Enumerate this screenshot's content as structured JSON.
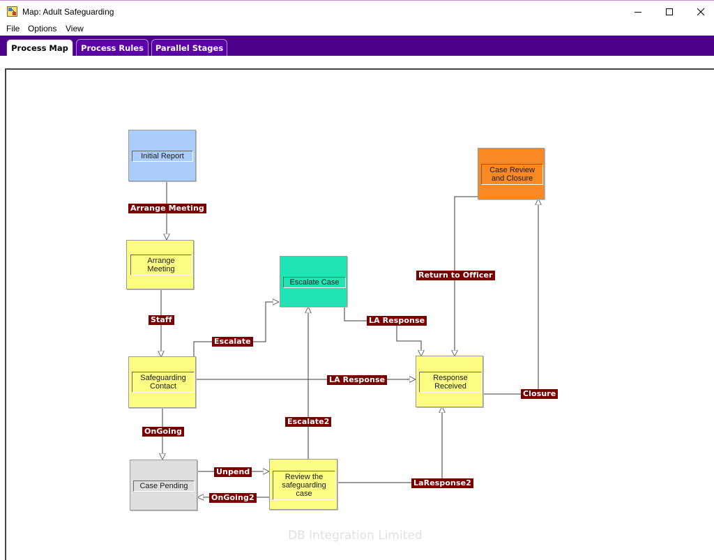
{
  "window": {
    "title": "Map: Adult Safeguarding"
  },
  "menu": {
    "items": [
      "File",
      "Options",
      "View"
    ]
  },
  "tabs": [
    {
      "label": "Process Map",
      "active": true
    },
    {
      "label": "Process Rules",
      "active": false
    },
    {
      "label": "Parallel Stages",
      "active": false
    }
  ],
  "colors": {
    "tab_bar": "#4b0089",
    "flow_label_bg": "#7a0000",
    "node_initial": "#aacdfb",
    "node_standard": "#fcfc82",
    "node_escalate": "#1fe4b4",
    "node_closure": "#fa8924",
    "node_pending": "#dedede"
  },
  "nodes": {
    "initial_report": "Initial Report",
    "arrange_meeting": "Arrange Meeting",
    "safeguarding_contact": "Safeguarding Contact",
    "case_pending": "Case Pending",
    "review_case": "Review the safeguarding case",
    "escalate_case": "Escalate Case",
    "response_received": "Response Received",
    "case_review_closure": "Case Review and Closure"
  },
  "transitions": {
    "arrange_meeting": "Arrange Meeting",
    "staff": "Staff",
    "escalate": "Escalate",
    "la_response_top": "LA Response",
    "return_to_officer": "Return to Officer",
    "la_response_mid": "LA Response",
    "closure": "Closure",
    "ongoing": "OnGoing",
    "escalate2": "Escalate2",
    "unpend": "Unpend",
    "ongoing2": "OnGoing2",
    "laresponse2": "LaResponse2"
  },
  "watermark": "DB Integration Limited"
}
